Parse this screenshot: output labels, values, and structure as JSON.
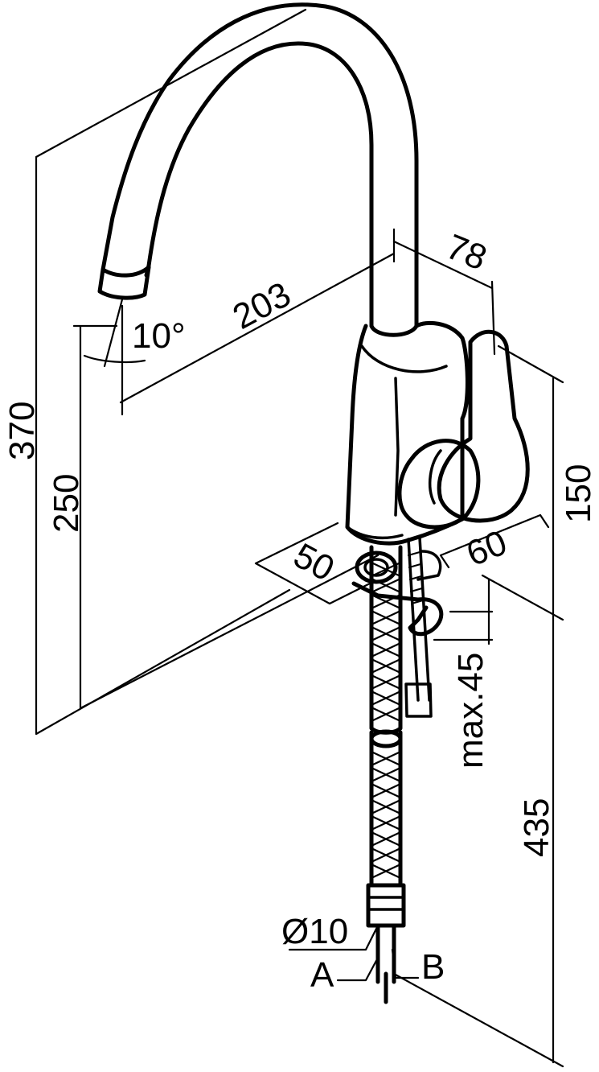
{
  "drawing": {
    "subject": "kitchen faucet",
    "dimensions": {
      "height_total": "370",
      "spout_height": "250",
      "spout_reach": "203",
      "spout_angle": "10°",
      "body_depth": "78",
      "handle_height": "150",
      "base_width": "60",
      "base_depth": "50",
      "max_mounting_thickness": "max.45",
      "hose_length": "435",
      "hose_diameter": "Ø10",
      "connection_a": "A",
      "connection_b": "B"
    }
  }
}
